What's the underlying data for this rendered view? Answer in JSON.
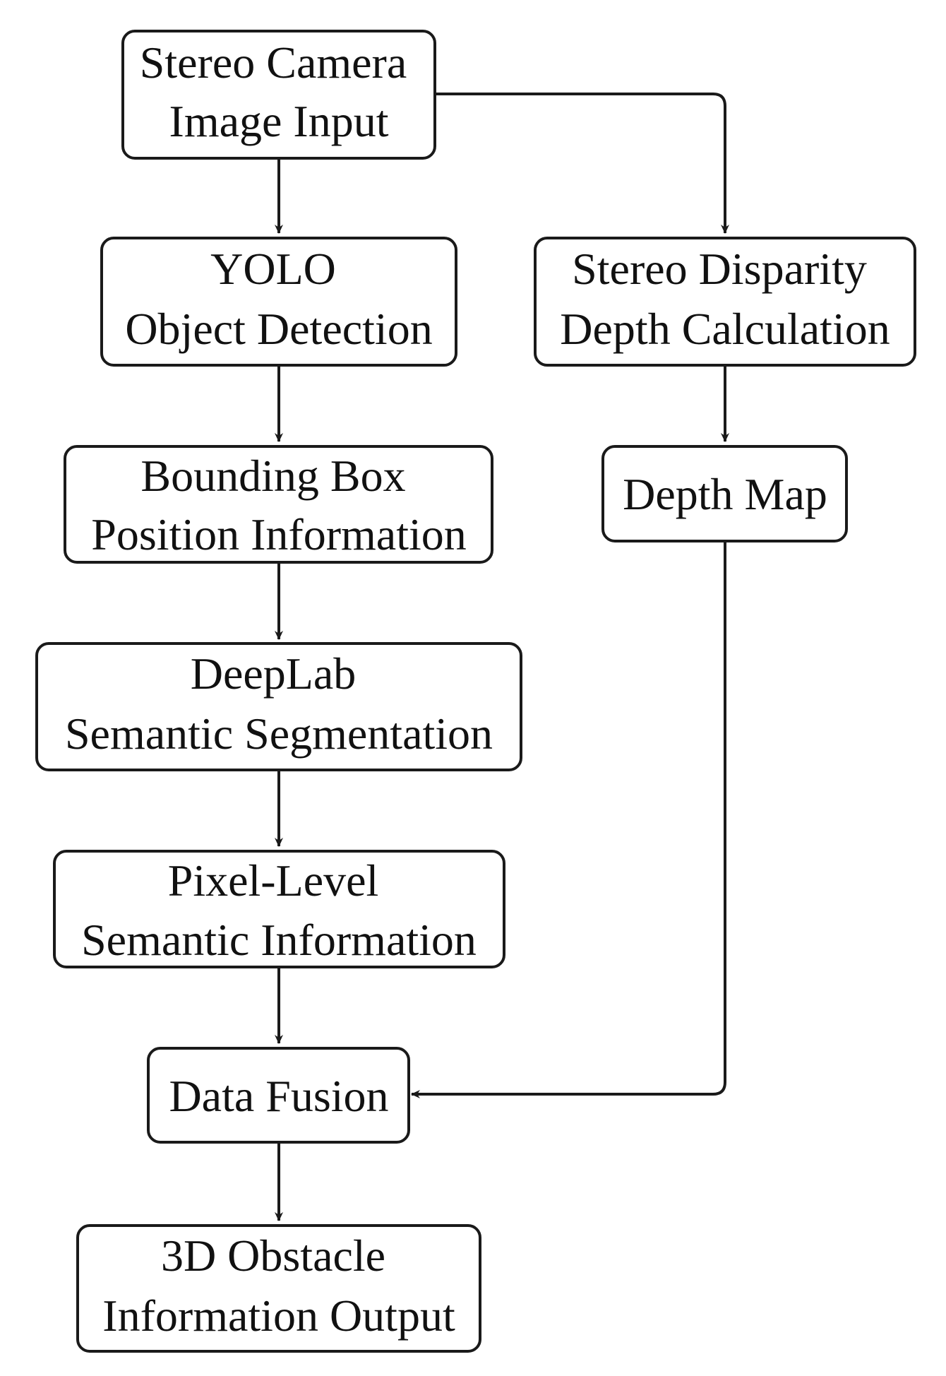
{
  "nodes": {
    "camera": {
      "lines": [
        "Stereo Camera",
        "Image Input"
      ]
    },
    "yolo": {
      "lines": [
        "YOLO",
        "Object Detection"
      ]
    },
    "bbox": {
      "lines": [
        "Bounding Box",
        "Position Information"
      ]
    },
    "deeplab": {
      "lines": [
        "DeepLab",
        "Semantic Segmentation"
      ]
    },
    "pixel": {
      "lines": [
        "Pixel-Level",
        "Semantic Information"
      ]
    },
    "fusion": {
      "lines": [
        "Data Fusion"
      ]
    },
    "output": {
      "lines": [
        "3D Obstacle",
        "Information Output"
      ]
    },
    "disparity": {
      "lines": [
        "Stereo Disparity",
        "Depth Calculation"
      ]
    },
    "depthmap": {
      "lines": [
        "Depth Map"
      ]
    }
  },
  "edges": [
    {
      "from": "camera",
      "to": "yolo"
    },
    {
      "from": "yolo",
      "to": "bbox"
    },
    {
      "from": "bbox",
      "to": "deeplab"
    },
    {
      "from": "deeplab",
      "to": "pixel"
    },
    {
      "from": "pixel",
      "to": "fusion"
    },
    {
      "from": "fusion",
      "to": "output"
    },
    {
      "from": "camera",
      "to": "disparity"
    },
    {
      "from": "disparity",
      "to": "depthmap"
    },
    {
      "from": "depthmap",
      "to": "fusion"
    }
  ]
}
